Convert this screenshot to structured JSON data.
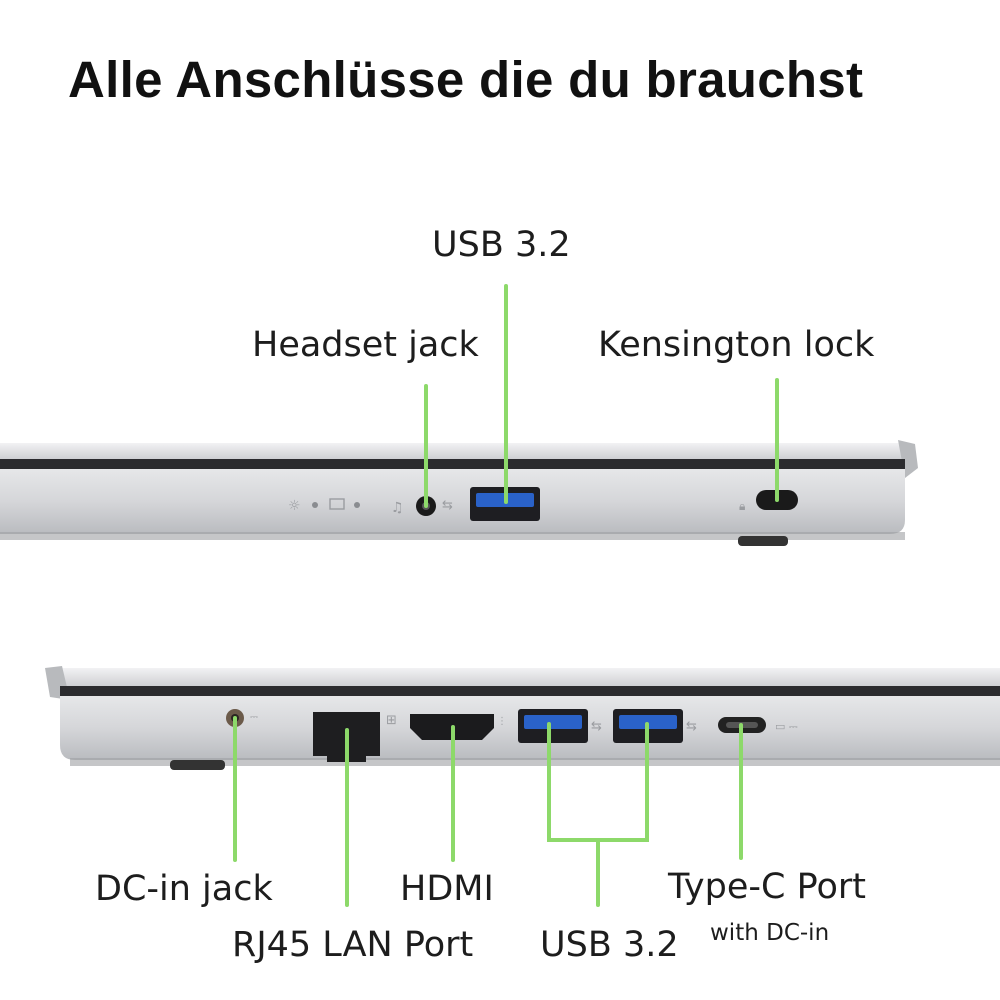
{
  "title": "Alle Anschlüsse die du brauchst",
  "top_view": {
    "labels": {
      "usb": "USB 3.2",
      "headset": "Headset jack",
      "kensington": "Kensington lock"
    }
  },
  "bottom_view": {
    "labels": {
      "dc_in": "DC-in jack",
      "rj45": "RJ45 LAN Port",
      "hdmi": "HDMI",
      "usb": "USB 3.2",
      "type_c": "Type-C Port",
      "type_c_sub": "with DC-in"
    }
  },
  "colors": {
    "callout": "#8dd96a",
    "chassis": "#d2d3d6",
    "background": "#ffffff"
  }
}
